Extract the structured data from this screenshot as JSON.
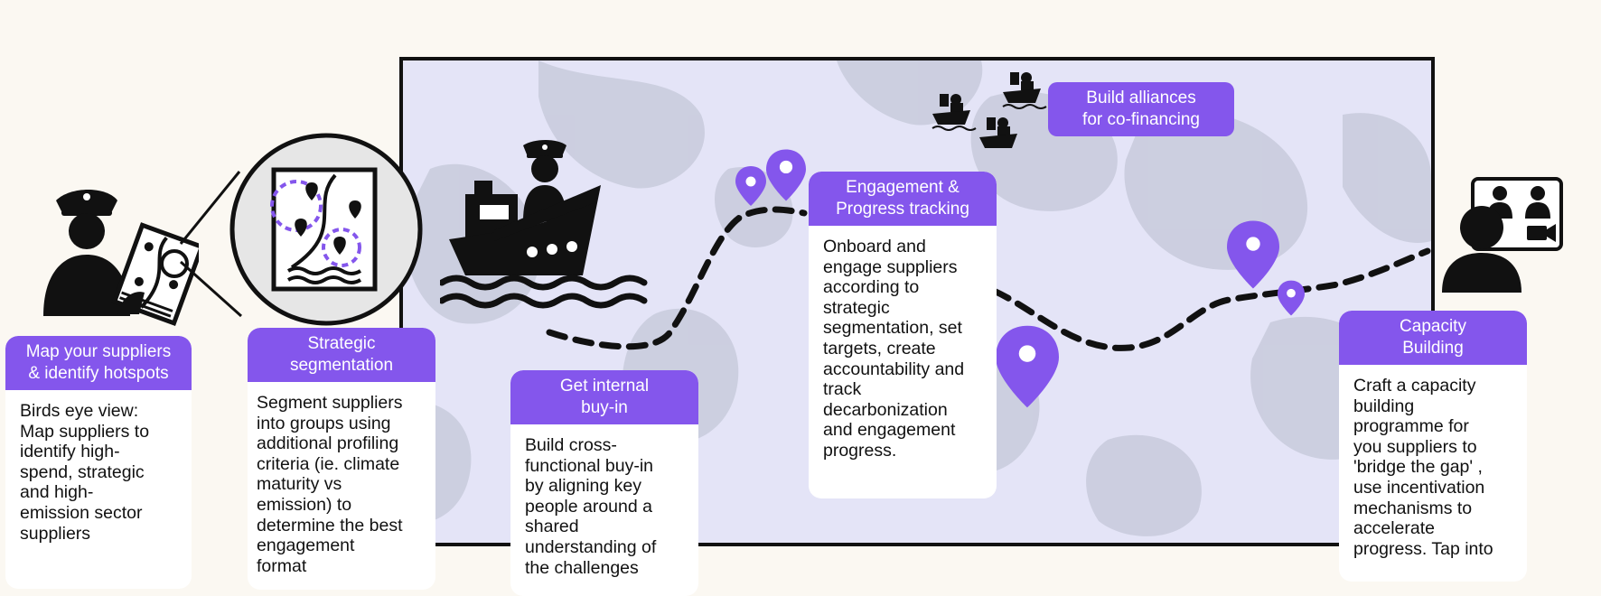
{
  "colors": {
    "accent": "#8456ec",
    "background": "#fbf8f2",
    "map_sea": "#e4e4f7",
    "map_land": "#c8cbdc",
    "ink": "#111111"
  },
  "steps": [
    {
      "title": "Map your suppliers\n& identify hotspots",
      "body": "Birds eye view:\nMap suppliers to\nidentify high-\nspend, strategic\nand high-\nemission sector\nsuppliers"
    },
    {
      "title": "Strategic\nsegmentation",
      "body": "Segment suppliers\ninto groups using\nadditional profiling\ncriteria (ie. climate\nmaturity vs\nemission) to\ndetermine the best\nengagement\nformat"
    },
    {
      "title": "Get internal\nbuy-in",
      "body": "Build cross-\nfunctional buy-in\nby aligning key\npeople around a\nshared\nunderstanding of\nthe challenges"
    },
    {
      "title": "Engagement &\nProgress tracking",
      "body": "Onboard and\nengage suppliers\naccording to\nstrategic\nsegmentation, set\ntargets, create\naccountability and\ntrack\ndecarbonization\nand engagement\nprogress."
    },
    {
      "title": "Build alliances\nfor co-financing"
    },
    {
      "title": "Capacity\nBuilding",
      "body": "Craft a capacity\nbuilding\nprogramme for\nyou suppliers to\n'bridge the gap' ,\nuse incentivation\nmechanisms to\naccelerate\nprogress. Tap into"
    }
  ],
  "icons": [
    "captain-with-map-icon",
    "magnifier-map-icon",
    "cargo-ship-with-captain-icon",
    "location-pin-icon",
    "ship-fleet-icon",
    "video-call-icon"
  ]
}
